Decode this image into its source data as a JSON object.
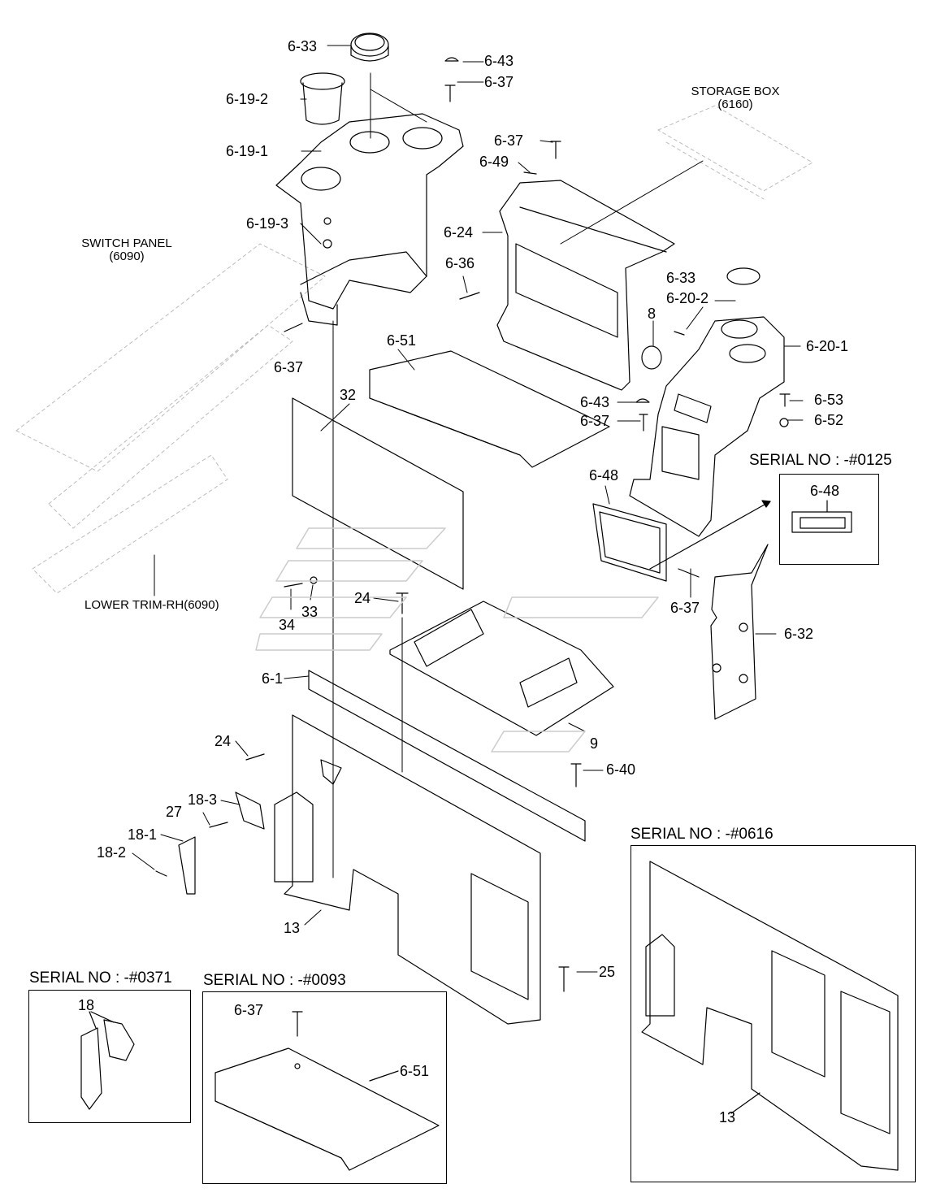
{
  "diagram": {
    "external_refs": {
      "switch_panel": {
        "name": "SWITCH PANEL",
        "code": "(6090)"
      },
      "storage_box": {
        "name": "STORAGE BOX",
        "code": "(6160)"
      },
      "lower_trim": {
        "name": "LOWER TRIM-RH(6090)"
      }
    },
    "callouts": {
      "c6_33_top": "6-33",
      "c6_43_top": "6-43",
      "c6_37_top": "6-37",
      "c6_19_2": "6-19-2",
      "c6_19_1": "6-19-1",
      "c6_19_3": "6-19-3",
      "c6_37_left": "6-37",
      "c6_37_mid": "6-37",
      "c6_49": "6-49",
      "c6_24": "6-24",
      "c6_36": "6-36",
      "c6_33_right": "6-33",
      "c6_20_2": "6-20-2",
      "c8": "8",
      "c6_20_1": "6-20-1",
      "c6_51": "6-51",
      "c32": "32",
      "c6_43_right": "6-43",
      "c6_37_right": "6-37",
      "c6_53": "6-53",
      "c6_52": "6-52",
      "c6_48": "6-48",
      "c6_37_lower": "6-37",
      "c6_32": "6-32",
      "c24_top": "24",
      "c33": "33",
      "c34": "34",
      "c6_1": "6-1",
      "c9": "9",
      "c24_left": "24",
      "c6_40": "6-40",
      "c18_3": "18-3",
      "c27": "27",
      "c18_1": "18-1",
      "c18_2": "18-2",
      "c13": "13",
      "c25": "25"
    },
    "serial_boxes": {
      "s0125": {
        "title": "SERIAL NO : -#0125",
        "part": "6-48"
      },
      "s0616": {
        "title": "SERIAL NO : -#0616",
        "part": "13"
      },
      "s0371": {
        "title": "SERIAL NO : -#0371",
        "part": "18"
      },
      "s0093": {
        "title": "SERIAL NO : -#0093",
        "part_a": "6-37",
        "part_b": "6-51"
      }
    }
  }
}
